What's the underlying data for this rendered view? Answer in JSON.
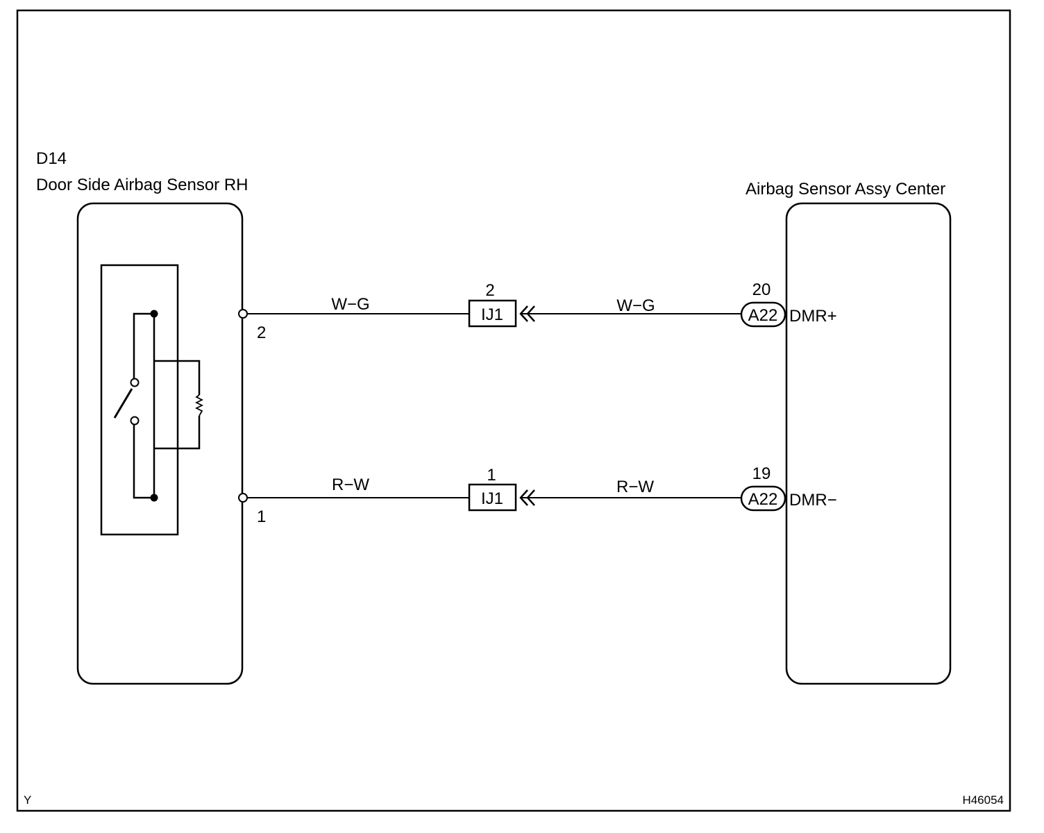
{
  "components": {
    "left": {
      "code": "D14",
      "name": "Door Side Airbag Sensor RH",
      "pins": [
        {
          "number": "2"
        },
        {
          "number": "1"
        }
      ]
    },
    "right": {
      "name": "Airbag Sensor Assy Center",
      "terminals": [
        {
          "connector": "A22",
          "pin": "20",
          "signal": "DMR+"
        },
        {
          "connector": "A22",
          "pin": "19",
          "signal": "DMR−"
        }
      ]
    }
  },
  "junctions": [
    {
      "label": "IJ1",
      "pin": "2"
    },
    {
      "label": "IJ1",
      "pin": "1"
    }
  ],
  "wires": [
    {
      "left_color": "W−G",
      "right_color": "W−G"
    },
    {
      "left_color": "R−W",
      "right_color": "R−W"
    }
  ],
  "footer": {
    "left_code": "Y",
    "right_code": "H46054"
  }
}
